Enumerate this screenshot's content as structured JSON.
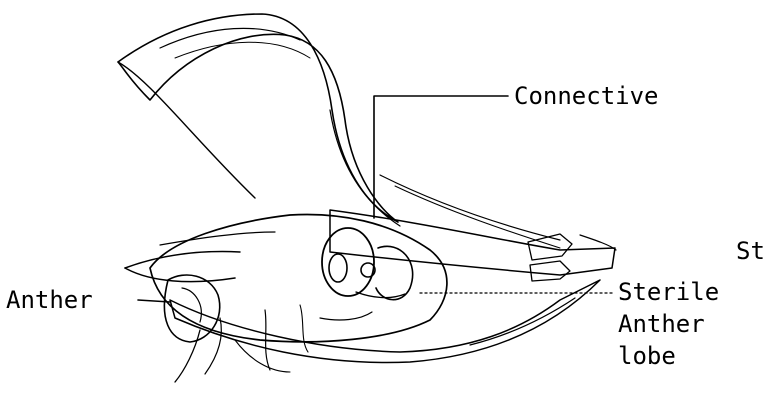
{
  "diagram": {
    "labels": {
      "connective": "Connective",
      "anther": "Anther",
      "sterile_line1": "Sterile",
      "sterile_line2": "Anther",
      "sterile_line3": "lobe",
      "partial_right": "St"
    }
  }
}
